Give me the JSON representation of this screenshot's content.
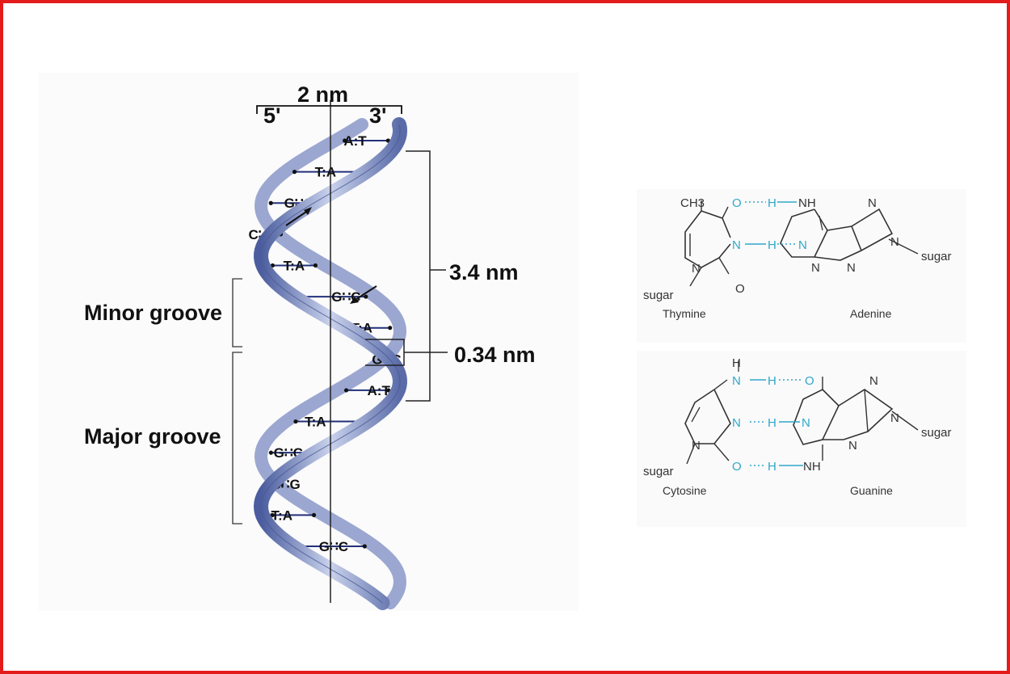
{
  "dimensions": {
    "width_label": "2 nm",
    "end_5": "5'",
    "end_3": "3'",
    "pitch_label": "3.4 nm",
    "rise_label": "0.34 nm"
  },
  "grooves": {
    "minor": "Minor groove",
    "major": "Major groove"
  },
  "base_pairs": [
    "A:T",
    "T:A",
    "G:C",
    "C:G",
    "T:A",
    "G:C",
    "T:A",
    "G:C",
    "A:T",
    "T:A",
    "G:C",
    "C:G",
    "T:A",
    "G:C"
  ],
  "pairs": {
    "thymine_adenine": {
      "left_name": "Thymine",
      "right_name": "Adenine",
      "ch3": "CH3",
      "sugar": "sugar",
      "atoms": {
        "o": "O",
        "n": "N",
        "h": "H",
        "nh": "NH"
      }
    },
    "cytosine_guanine": {
      "left_name": "Cytosine",
      "right_name": "Guanine",
      "sugar": "sugar",
      "atoms": {
        "o": "O",
        "n": "N",
        "h": "H",
        "nh": "NH"
      }
    }
  },
  "colors": {
    "frame": "#e41b1b",
    "strand": "#6f7fb6",
    "strand_light": "#c7d0ea",
    "hbond": "#2fa7c9"
  }
}
